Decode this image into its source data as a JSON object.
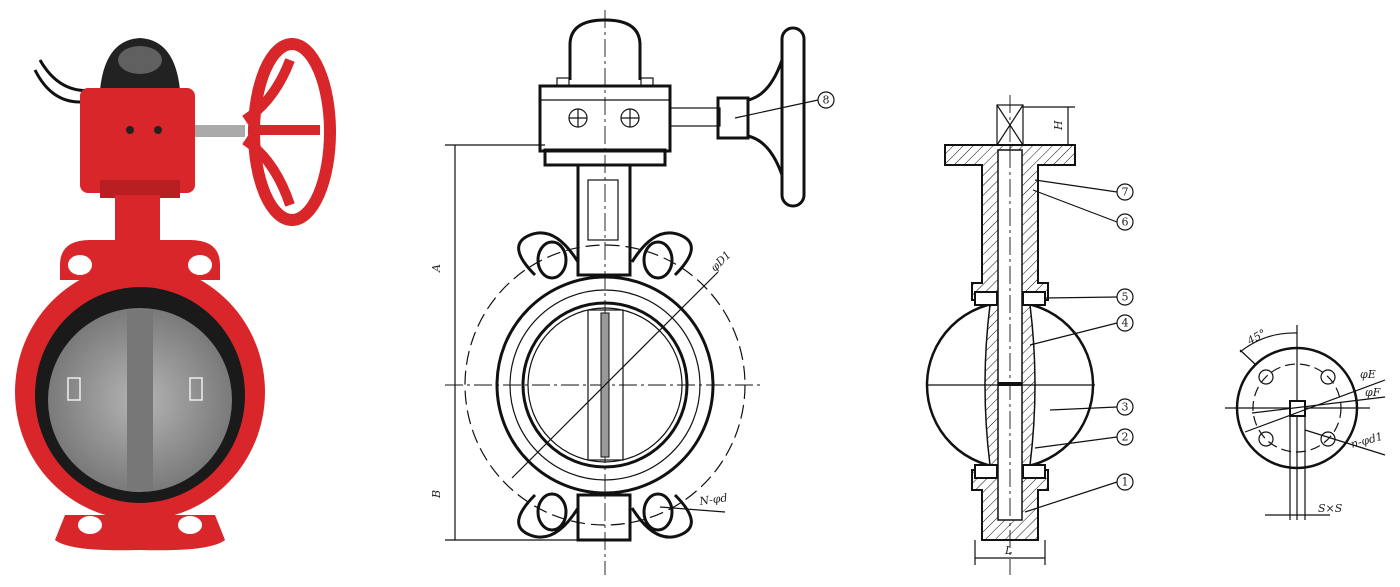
{
  "photo": {
    "body_color": "#e0262a",
    "liner_color": "#1a1a1a",
    "disc_color": "#9a9a9a"
  },
  "front_view": {
    "dim_a": "A",
    "dim_b": "B",
    "dim_d1": "φD1",
    "dim_n_d": "N-φd",
    "callout_8": "8"
  },
  "side_view": {
    "dim_h": "H",
    "dim_l": "L",
    "callouts": [
      "7",
      "6",
      "5",
      "4",
      "3",
      "2",
      "1"
    ]
  },
  "top_flange_view": {
    "angle": "45°",
    "dim_e": "φE",
    "dim_f": "φF",
    "dim_n_d1": "n-φd1",
    "dim_s": "S×S"
  }
}
